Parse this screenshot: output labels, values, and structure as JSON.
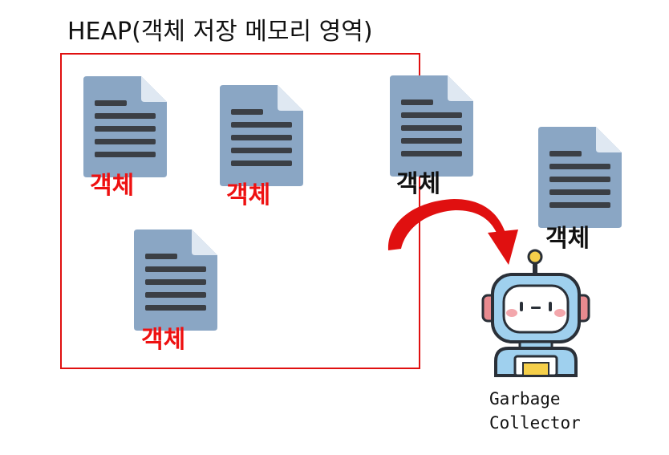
{
  "heap": {
    "title": "HEAP(객체 저장 메모리 영역)",
    "border_color": "#e01010"
  },
  "objects": [
    {
      "label": "객체",
      "color": "red"
    },
    {
      "label": "객체",
      "color": "red"
    },
    {
      "label": "객체",
      "color": "black"
    },
    {
      "label": "객체",
      "color": "red"
    },
    {
      "label": "객체",
      "color": "black"
    }
  ],
  "collector": {
    "line1": "Garbage",
    "line2": "Collector",
    "icon": "robot-icon"
  },
  "colors": {
    "doc_body": "#8aa6c4",
    "doc_fold": "#dfe8f2",
    "doc_lines": "#3b3f45",
    "label_red": "#ee1111",
    "label_black": "#111111",
    "arrow": "#e01010"
  },
  "icons": {
    "document": "document-icon",
    "arrow": "curved-arrow-icon"
  }
}
